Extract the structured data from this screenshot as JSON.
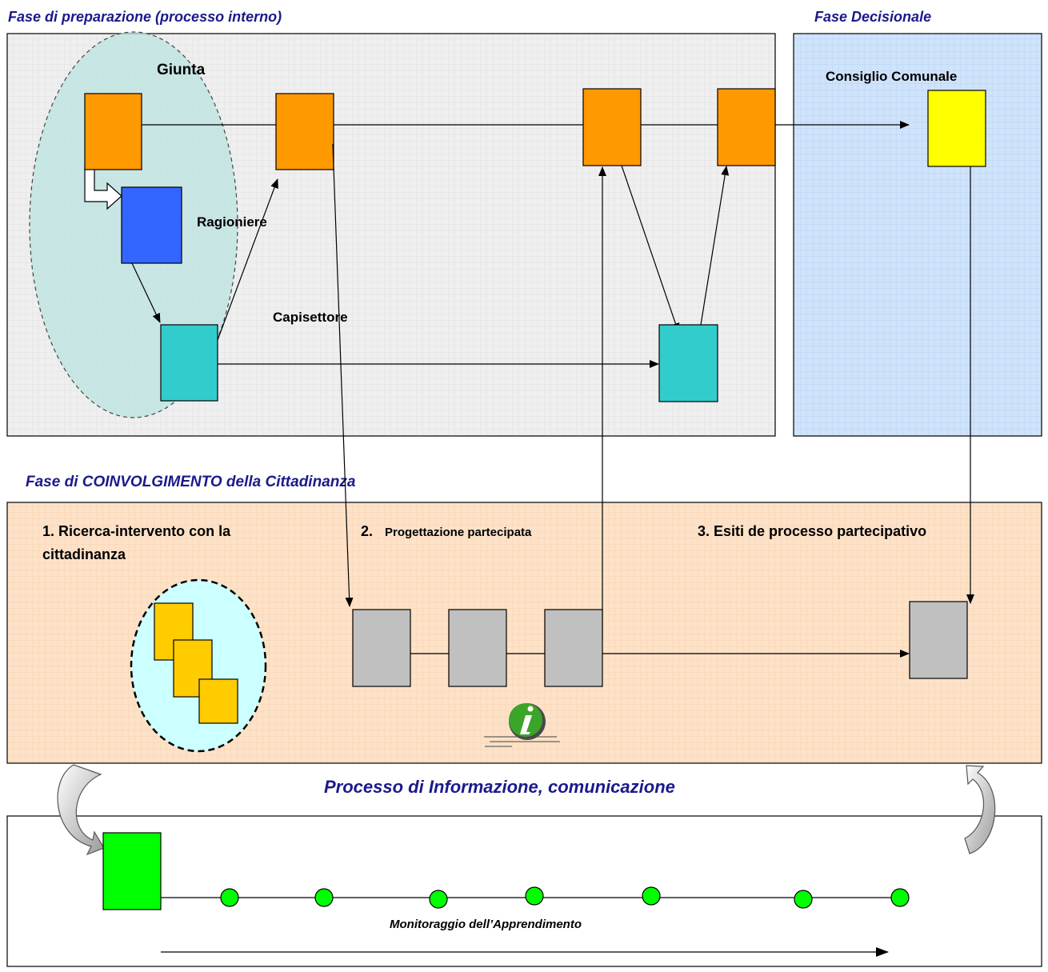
{
  "phases": {
    "preparation_title": "Fase di preparazione (processo interno)",
    "decision_title": "Fase Decisionale",
    "involvement_title": "Fase di COINVOLGIMENTO della Cittadinanza",
    "information_title": "Processo di Informazione, comunicazione"
  },
  "labels": {
    "giunta": "Giunta",
    "ragioniere": "Ragioniere",
    "capisettore": "Capisettore",
    "consiglio": "Consiglio Comunale",
    "step1_line1": "1. Ricerca-intervento con la",
    "step1_line2": "cittadinanza",
    "step2_num": "2.",
    "step2_text": "Progettazione partecipata",
    "step3": "3. Esiti de processo partecipativo",
    "monitoraggio": "Monitoraggio dell’Apprendimento"
  },
  "icons": {
    "info": "info-icon",
    "curved_arrow_left": "curved-arrow-icon",
    "curved_arrow_right": "curved-arrow-icon"
  },
  "colors": {
    "giunta": "#ff9900",
    "ragioniere": "#3366ff",
    "capisettore": "#33cccc",
    "consiglio": "#ffff00",
    "participation": "#c0c0c0",
    "citizens": "#ffcc00",
    "information": "#00ff00",
    "phase_title": "#1a1a8c"
  }
}
